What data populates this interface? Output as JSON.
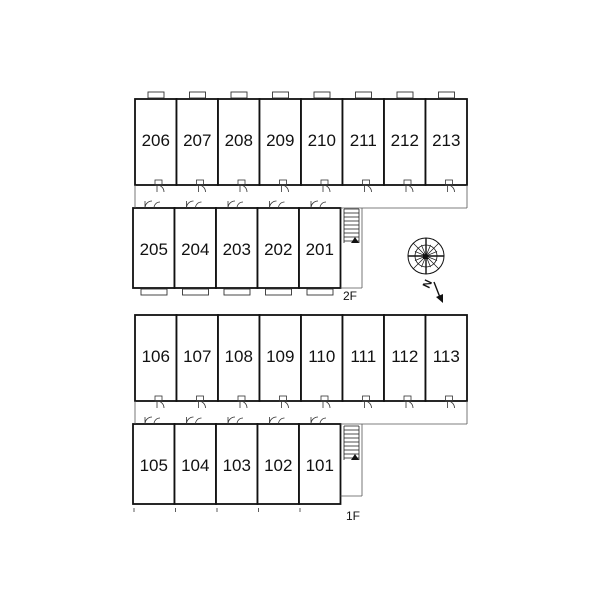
{
  "floors": [
    {
      "label": "2F",
      "back_row": [
        "206",
        "207",
        "208",
        "209",
        "210",
        "211",
        "212",
        "213"
      ],
      "front_row": [
        "205",
        "204",
        "203",
        "202",
        "201"
      ]
    },
    {
      "label": "1F",
      "back_row": [
        "106",
        "107",
        "108",
        "109",
        "110",
        "111",
        "112",
        "113"
      ],
      "front_row": [
        "105",
        "104",
        "103",
        "102",
        "101"
      ]
    }
  ],
  "compass": {
    "north_label": "N"
  },
  "colors": {
    "line": "#111111",
    "thin": "#444444",
    "background": "#ffffff"
  }
}
